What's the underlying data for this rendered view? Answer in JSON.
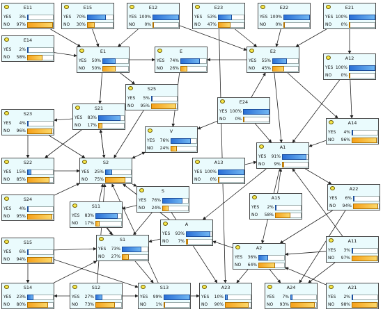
{
  "nodes": [
    {
      "id": "E11",
      "label": "E11",
      "yes_text": "YES",
      "yes_pct_text": "3%",
      "no_text": "NO",
      "no_pct_text": "97%",
      "yes": 3,
      "no": 97
    },
    {
      "id": "E15",
      "label": "E15",
      "yes_text": "YES",
      "yes_pct_text": "70%",
      "no_text": "NO",
      "no_pct_text": "30%",
      "yes": 70,
      "no": 30
    },
    {
      "id": "E12",
      "label": "E12",
      "yes_text": "YES",
      "yes_pct_text": "100%",
      "no_text": "NO",
      "no_pct_text": "0%",
      "yes": 100,
      "no": 0
    },
    {
      "id": "E23",
      "label": "E23",
      "yes_text": "YES",
      "yes_pct_text": "53%",
      "no_text": "NO",
      "no_pct_text": "47%",
      "yes": 53,
      "no": 47
    },
    {
      "id": "E22",
      "label": "E22",
      "yes_text": "YES",
      "yes_pct_text": "100%",
      "no_text": "NO",
      "no_pct_text": "0%",
      "yes": 100,
      "no": 0
    },
    {
      "id": "E21",
      "label": "E21",
      "yes_text": "YES",
      "yes_pct_text": "100%",
      "no_text": "NO",
      "no_pct_text": "0%",
      "yes": 100,
      "no": 0
    },
    {
      "id": "E14",
      "label": "E14",
      "yes_text": "YES",
      "yes_pct_text": "2%",
      "no_text": "NO",
      "no_pct_text": "58%",
      "yes": 2,
      "no": 58
    },
    {
      "id": "E1",
      "label": "E1",
      "yes_text": "YES",
      "yes_pct_text": "50%",
      "no_text": "NO",
      "no_pct_text": "50%",
      "yes": 50,
      "no": 50
    },
    {
      "id": "E",
      "label": "E",
      "yes_text": "YES",
      "yes_pct_text": "74%",
      "no_text": "NO",
      "no_pct_text": "26%",
      "yes": 74,
      "no": 26
    },
    {
      "id": "E2",
      "label": "E2",
      "yes_text": "YES",
      "yes_pct_text": "55%",
      "no_text": "NO",
      "no_pct_text": "45%",
      "yes": 55,
      "no": 45
    },
    {
      "id": "A12",
      "label": "A12",
      "yes_text": "YES",
      "yes_pct_text": "100%",
      "no_text": "NO",
      "no_pct_text": "0%",
      "yes": 100,
      "no": 0
    },
    {
      "id": "S25",
      "label": "S25",
      "yes_text": "YES",
      "yes_pct_text": "5%",
      "no_text": "NO",
      "no_pct_text": "95%",
      "yes": 5,
      "no": 95
    },
    {
      "id": "S21",
      "label": "S21",
      "yes_text": "YES",
      "yes_pct_text": "83%",
      "no_text": "NO",
      "no_pct_text": "17%",
      "yes": 83,
      "no": 17
    },
    {
      "id": "E24",
      "label": "E24",
      "yes_text": "YES",
      "yes_pct_text": "100%",
      "no_text": "NO",
      "no_pct_text": "0%",
      "yes": 100,
      "no": 0
    },
    {
      "id": "S23",
      "label": "S23",
      "yes_text": "YES",
      "yes_pct_text": "4%",
      "no_text": "NO",
      "no_pct_text": "96%",
      "yes": 4,
      "no": 96
    },
    {
      "id": "V",
      "label": "V",
      "yes_text": "YES",
      "yes_pct_text": "76%",
      "no_text": "NO",
      "no_pct_text": "24%",
      "yes": 76,
      "no": 24
    },
    {
      "id": "A14",
      "label": "A14",
      "yes_text": "YES",
      "yes_pct_text": "4%",
      "no_text": "NO",
      "no_pct_text": "96%",
      "yes": 4,
      "no": 96
    },
    {
      "id": "S22",
      "label": "S22",
      "yes_text": "YES",
      "yes_pct_text": "15%",
      "no_text": "NO",
      "no_pct_text": "85%",
      "yes": 15,
      "no": 85
    },
    {
      "id": "S2",
      "label": "S2",
      "yes_text": "YES",
      "yes_pct_text": "25%",
      "no_text": "NO",
      "no_pct_text": "75%",
      "yes": 25,
      "no": 75
    },
    {
      "id": "A13",
      "label": "A13",
      "yes_text": "YES",
      "yes_pct_text": "100%",
      "no_text": "NO",
      "no_pct_text": "0%",
      "yes": 100,
      "no": 0
    },
    {
      "id": "A1",
      "label": "A1",
      "yes_text": "YES",
      "yes_pct_text": "91%",
      "no_text": "NO",
      "no_pct_text": "9%",
      "yes": 91,
      "no": 9
    },
    {
      "id": "S",
      "label": "S",
      "yes_text": "YES",
      "yes_pct_text": "76%",
      "no_text": "NO",
      "no_pct_text": "24%",
      "yes": 76,
      "no": 24
    },
    {
      "id": "S24",
      "label": "S24",
      "yes_text": "YES",
      "yes_pct_text": "4%",
      "no_text": "NO",
      "no_pct_text": "95%",
      "yes": 4,
      "no": 95
    },
    {
      "id": "S11",
      "label": "S11",
      "yes_text": "YES",
      "yes_pct_text": "83%",
      "no_text": "NO",
      "no_pct_text": "17%",
      "yes": 83,
      "no": 17
    },
    {
      "id": "A15",
      "label": "A15",
      "yes_text": "YES",
      "yes_pct_text": "2%",
      "no_text": "NO",
      "no_pct_text": "58%",
      "yes": 2,
      "no": 58
    },
    {
      "id": "A22",
      "label": "A22",
      "yes_text": "YES",
      "yes_pct_text": "6%",
      "no_text": "NO",
      "no_pct_text": "94%",
      "yes": 6,
      "no": 94
    },
    {
      "id": "A",
      "label": "A",
      "yes_text": "YES",
      "yes_pct_text": "93%",
      "no_text": "NO",
      "no_pct_text": "7%",
      "yes": 93,
      "no": 7
    },
    {
      "id": "S15",
      "label": "S15",
      "yes_text": "YES",
      "yes_pct_text": "6%",
      "no_text": "NO",
      "no_pct_text": "94%",
      "yes": 6,
      "no": 94
    },
    {
      "id": "S1",
      "label": "S1",
      "yes_text": "YES",
      "yes_pct_text": "73%",
      "no_text": "NO",
      "no_pct_text": "27%",
      "yes": 73,
      "no": 27
    },
    {
      "id": "A2",
      "label": "A2",
      "yes_text": "YES",
      "yes_pct_text": "36%",
      "no_text": "NO",
      "no_pct_text": "64%",
      "yes": 36,
      "no": 64
    },
    {
      "id": "A11",
      "label": "A11",
      "yes_text": "YES",
      "yes_pct_text": "3%",
      "no_text": "NO",
      "no_pct_text": "97%",
      "yes": 3,
      "no": 97
    },
    {
      "id": "S14",
      "label": "S14",
      "yes_text": "YES",
      "yes_pct_text": "23%",
      "no_text": "NO",
      "no_pct_text": "80%",
      "yes": 23,
      "no": 80
    },
    {
      "id": "S12",
      "label": "S12",
      "yes_text": "YES",
      "yes_pct_text": "27%",
      "no_text": "NO",
      "no_pct_text": "73%",
      "yes": 27,
      "no": 73
    },
    {
      "id": "S13",
      "label": "S13",
      "yes_text": "YES",
      "yes_pct_text": "99%",
      "no_text": "NO",
      "no_pct_text": "1%",
      "yes": 99,
      "no": 1
    },
    {
      "id": "A23",
      "label": "A23",
      "yes_text": "YES",
      "yes_pct_text": "10%",
      "no_text": "NO",
      "no_pct_text": "90%",
      "yes": 10,
      "no": 90
    },
    {
      "id": "A24",
      "label": "A24",
      "yes_text": "YES",
      "yes_pct_text": "7%",
      "no_text": "NO",
      "no_pct_text": "93%",
      "yes": 7,
      "no": 93
    },
    {
      "id": "A21",
      "label": "A21",
      "yes_text": "YES",
      "yes_pct_text": "2%",
      "no_text": "NO",
      "no_pct_text": "98%",
      "yes": 2,
      "no": 98
    }
  ],
  "edges": [
    [
      "E11",
      "E1"
    ],
    [
      "E15",
      "E1"
    ],
    [
      "E12",
      "E1"
    ],
    [
      "E14",
      "E1"
    ],
    [
      "E1",
      "E"
    ],
    [
      "E1",
      "S21"
    ],
    [
      "E1",
      "S25"
    ],
    [
      "E23",
      "E2"
    ],
    [
      "E22",
      "E2"
    ],
    [
      "E21",
      "E2"
    ],
    [
      "E21",
      "A12"
    ],
    [
      "E12",
      "E2"
    ],
    [
      "E2",
      "E"
    ],
    [
      "E23",
      "A23"
    ],
    [
      "E",
      "V"
    ],
    [
      "E2",
      "A1"
    ],
    [
      "E2",
      "A14"
    ],
    [
      "E24",
      "E2"
    ],
    [
      "E24",
      "V"
    ],
    [
      "E24",
      "A1"
    ],
    [
      "S25",
      "S2"
    ],
    [
      "S21",
      "S2"
    ],
    [
      "S2",
      "S21"
    ],
    [
      "S23",
      "S22"
    ],
    [
      "S23",
      "S2"
    ],
    [
      "S21",
      "S23"
    ],
    [
      "S21",
      "S22"
    ],
    [
      "S22",
      "S2"
    ],
    [
      "S24",
      "S2"
    ],
    [
      "S2",
      "V"
    ],
    [
      "S2",
      "S"
    ],
    [
      "V",
      "S2"
    ],
    [
      "A12",
      "A1"
    ],
    [
      "A12",
      "A14"
    ],
    [
      "A14",
      "A1"
    ],
    [
      "A13",
      "A1"
    ],
    [
      "A1",
      "A"
    ],
    [
      "A1",
      "A22"
    ],
    [
      "A1",
      "A2"
    ],
    [
      "A15",
      "A1"
    ],
    [
      "A22",
      "A2"
    ],
    [
      "A22",
      "A24"
    ],
    [
      "A11",
      "A1"
    ],
    [
      "A11",
      "A2"
    ],
    [
      "A11",
      "A24"
    ],
    [
      "A21",
      "A2"
    ],
    [
      "A2",
      "A"
    ],
    [
      "A2",
      "A23"
    ],
    [
      "A2",
      "A24"
    ],
    [
      "A",
      "S1"
    ],
    [
      "A",
      "S2"
    ],
    [
      "S11",
      "S1"
    ],
    [
      "S11",
      "S2"
    ],
    [
      "S11",
      "S13"
    ],
    [
      "S15",
      "S14"
    ],
    [
      "S15",
      "S1"
    ],
    [
      "S15",
      "S13"
    ],
    [
      "S14",
      "S1"
    ],
    [
      "S12",
      "S13"
    ],
    [
      "S12",
      "S14"
    ],
    [
      "S12",
      "S2"
    ],
    [
      "S",
      "S11"
    ],
    [
      "S",
      "S1"
    ],
    [
      "S",
      "A23"
    ],
    [
      "S13",
      "S2"
    ],
    [
      "S13",
      "A23"
    ]
  ]
}
